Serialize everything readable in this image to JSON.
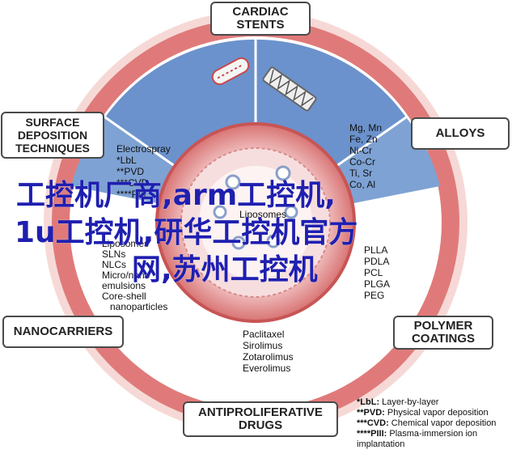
{
  "boxes": {
    "cardiac": "CARDIAC\nSTENTS",
    "surface": "SURFACE\nDEPOSITION\nTECHNIQUES",
    "alloys": "ALLOYS",
    "nanocarriers": "NANOCARRIERS",
    "polymer": "POLYMER\nCOATINGS",
    "drugs": "ANTIPROLIFERATIVE\nDRUGS"
  },
  "surface_techniques": [
    "Electrospray",
    "*LbL",
    "**PVD",
    "***CVD",
    "****PIII"
  ],
  "alloys_list": [
    "Mg, Mn",
    "Fe, Zn",
    "Ni-Cr",
    "Co-Cr",
    "Ti, Sr",
    "Co, Al"
  ],
  "nanocarrier_list": [
    "Liposomes",
    "SLNs",
    "NLCs",
    "Micro/nano",
    "emulsions",
    "Core-shell",
    "nanoparticles"
  ],
  "center_label": "Liposomes",
  "polymer_list": [
    "PLLA",
    "PDLA",
    "PCL",
    "PLGA",
    "PEG"
  ],
  "drug_list": [
    "Paclitaxel",
    "Sirolimus",
    "Zotarolimus",
    "Everolimus"
  ],
  "legend": [
    {
      "abbr": "*LbL:",
      "text": "Layer-by-layer"
    },
    {
      "abbr": "**PVD:",
      "text": "Physical vapor deposition"
    },
    {
      "abbr": "***CVD:",
      "text": "Chemical vapor deposition"
    },
    {
      "abbr": "****PIII:",
      "text": "Plasma-immersion ion"
    },
    {
      "abbr": "",
      "text": "implantation"
    }
  ],
  "overlay": {
    "line1": "工控机厂商,arm工控机,",
    "line2": "1u工控机,研华工控机官方",
    "line3": "网,苏州工控机"
  },
  "colors": {
    "ring_red": "#e07a7a",
    "ring_pale": "#f6d9d6",
    "blue": "#6b92cc",
    "pink_center": "#f2c9c9",
    "overlay_blue": "#1f1fb0"
  }
}
